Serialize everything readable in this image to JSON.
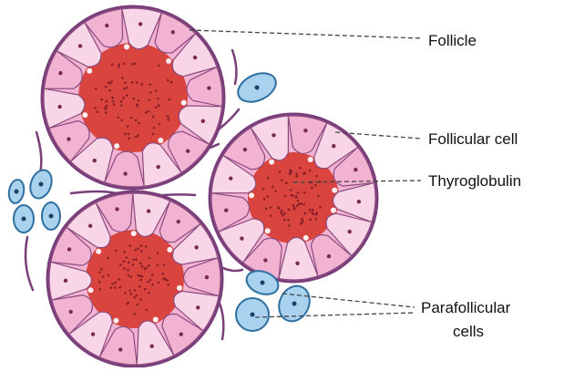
{
  "labels": {
    "follicle": "Follicle",
    "follicular_cell": "Follicular cell",
    "thyroglobulin": "Thyroglobulin",
    "parafollicular_line1": "Parafollicular",
    "parafollicular_line2": "cells"
  },
  "colors": {
    "follicle_outer": "#7a3e7a",
    "cell_fill": "#f2b3d3",
    "cell_light": "#f8d6e8",
    "cell_border": "#8a4a7e",
    "colloid": "#d9453e",
    "colloid_dots": "#8a1f2a",
    "nucleus": "#7a2a4a",
    "parafollicular_fill": "#a9d2ee",
    "parafollicular_border": "#2f6f9f",
    "leader": "#444444"
  }
}
